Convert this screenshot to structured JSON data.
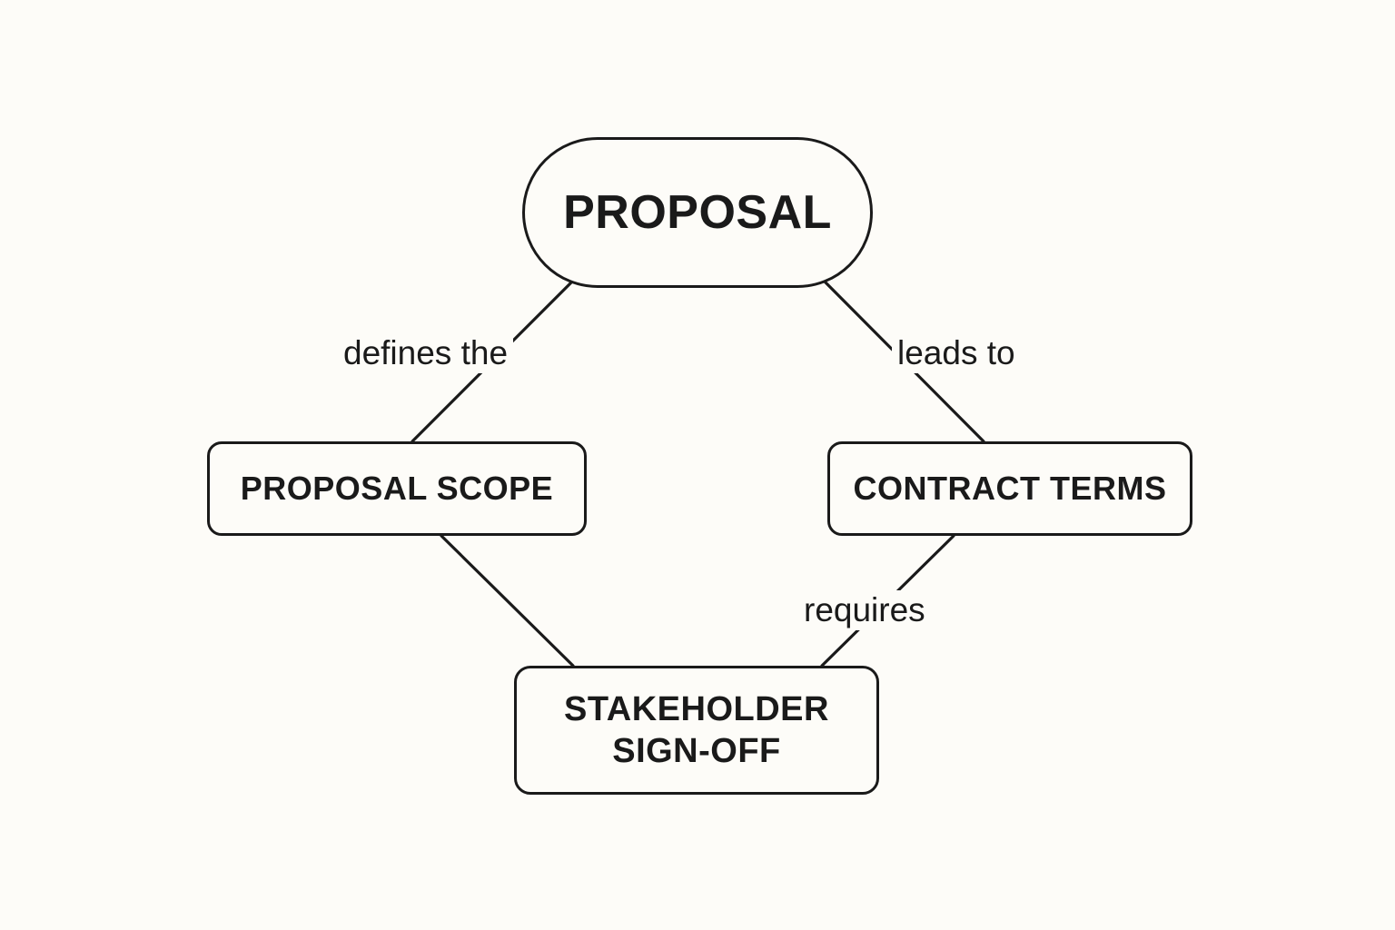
{
  "diagram": {
    "nodes": [
      {
        "id": "proposal",
        "label": "PROPOSAL",
        "shape": "pill"
      },
      {
        "id": "scope",
        "label": "PROPOSAL SCOPE",
        "shape": "rounded-rect"
      },
      {
        "id": "terms",
        "label": "CONTRACT TERMS",
        "shape": "rounded-rect"
      },
      {
        "id": "signoff",
        "label": "STAKEHOLDER\nSIGN-OFF",
        "shape": "rounded-rect"
      }
    ],
    "edges": [
      {
        "from": "proposal",
        "to": "scope",
        "label": "defines the"
      },
      {
        "from": "proposal",
        "to": "terms",
        "label": "leads to"
      },
      {
        "from": "scope",
        "to": "signoff",
        "label": ""
      },
      {
        "from": "terms",
        "to": "signoff",
        "label": "requires"
      }
    ],
    "colors": {
      "background": "#fdfcf8",
      "stroke": "#1a1a1a",
      "text": "#1a1a1a"
    }
  }
}
